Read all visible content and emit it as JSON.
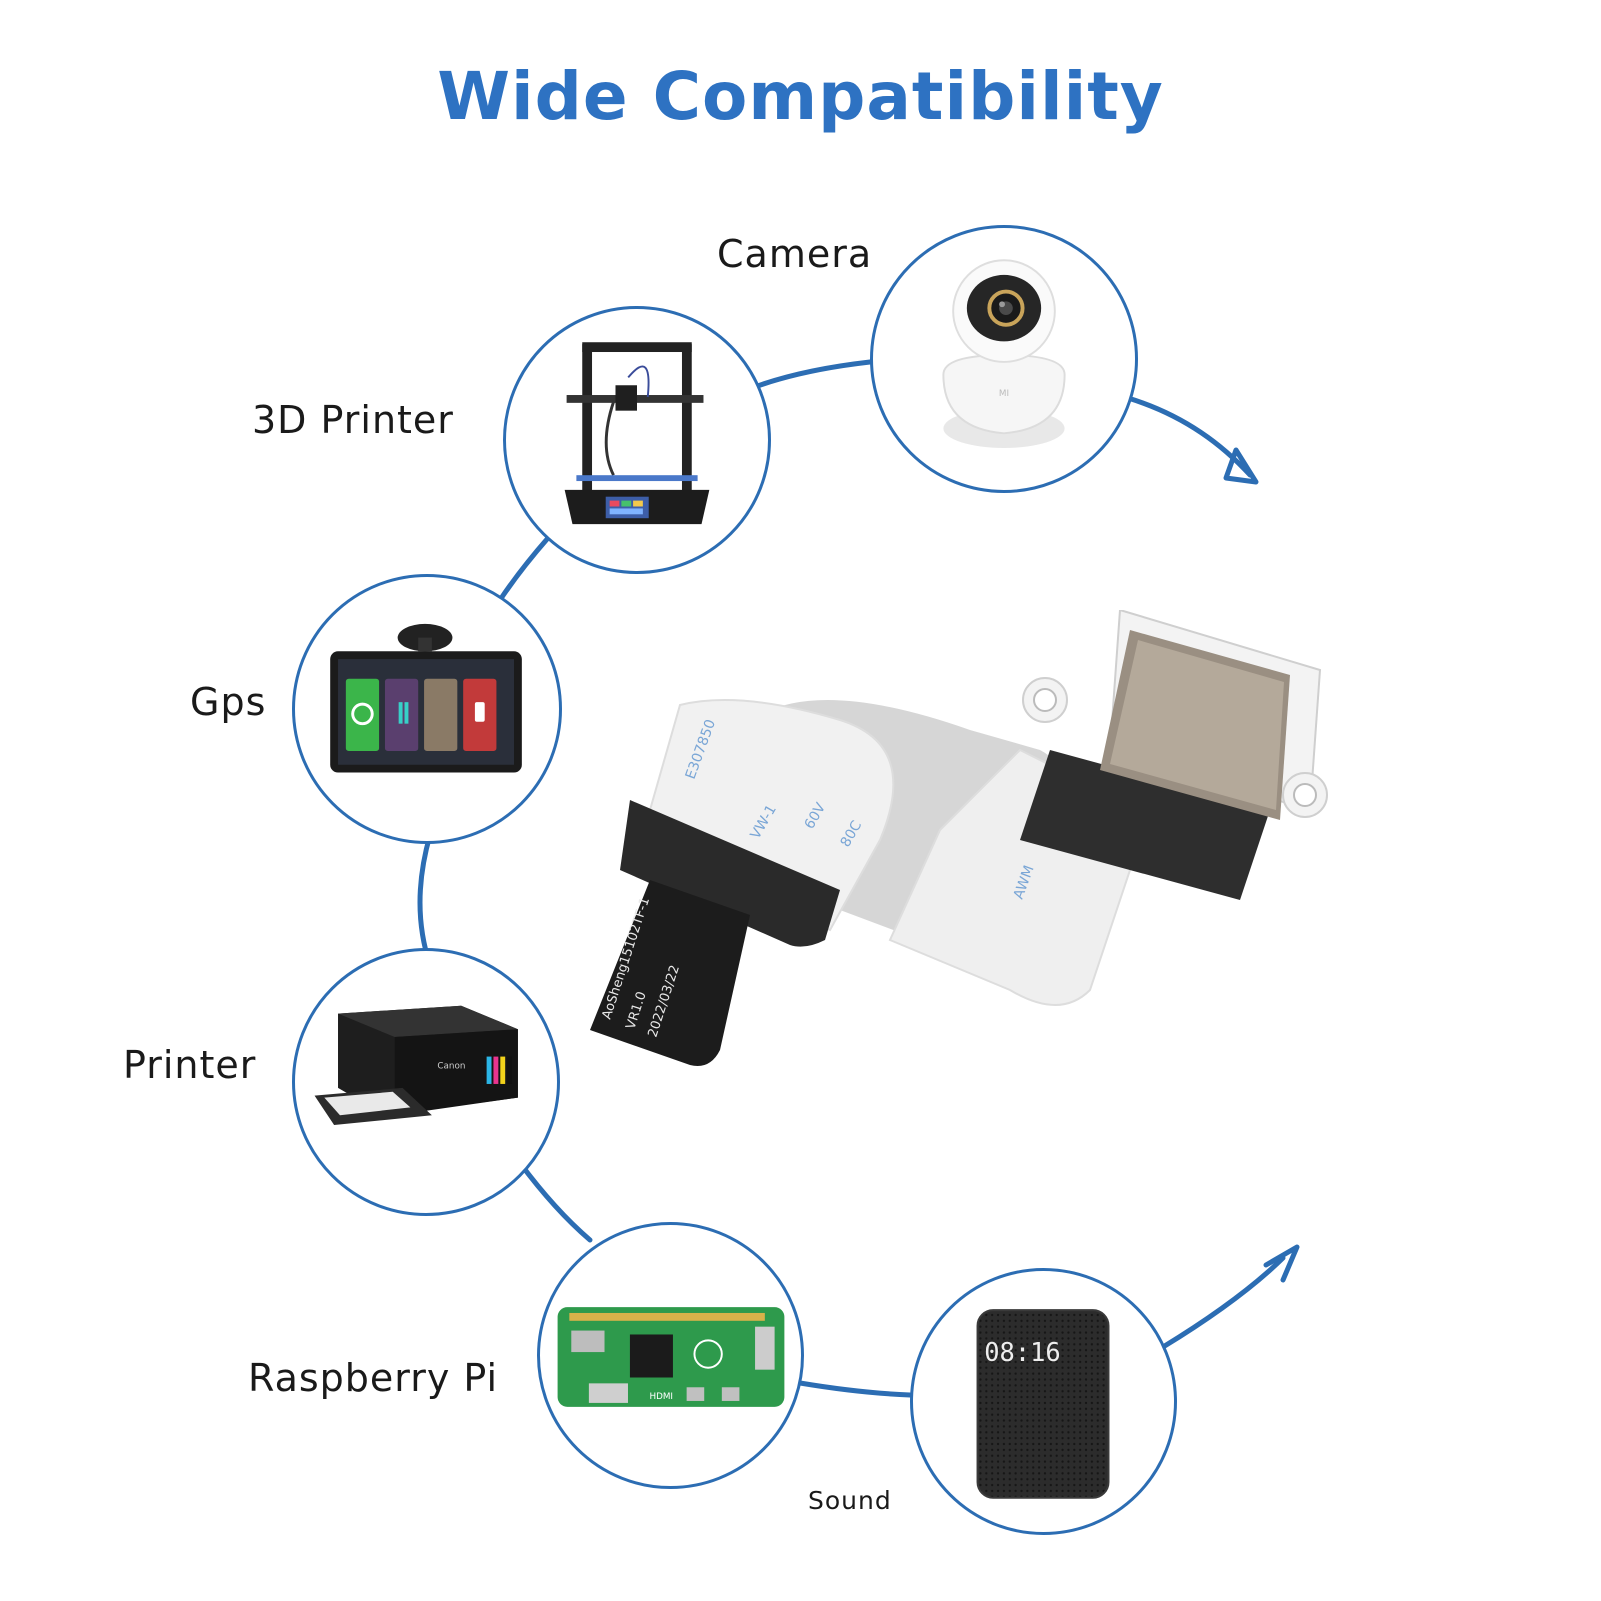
{
  "page": {
    "title": "Wide Compatibility"
  },
  "colors": {
    "accent": "#2e72c2",
    "ring": "#2c6db3",
    "text": "#1a1a1a"
  },
  "devices": [
    {
      "label": "Camera",
      "icon": "security-camera-icon"
    },
    {
      "label": "3D Printer",
      "icon": "3d-printer-icon"
    },
    {
      "label": "Gps",
      "icon": "gps-navigator-icon"
    },
    {
      "label": "Printer",
      "icon": "inkjet-printer-icon"
    },
    {
      "label": "Raspberry Pi",
      "icon": "raspberry-pi-board-icon"
    },
    {
      "label": "Sound",
      "icon": "smart-speaker-icon"
    }
  ],
  "product": {
    "icon": "micro-sd-extension-cable-icon",
    "cable_text": [
      "E307850",
      "VW-1",
      "60V",
      "80C",
      "AWM"
    ],
    "card_text": [
      "AoSheng15102TF-1",
      "VR1.0",
      "2022/03/22"
    ]
  },
  "screens": {
    "speaker_clock": "08:16",
    "printer_brand": "Canon",
    "board_connector": "HDMI",
    "camera_brand": "MI"
  }
}
